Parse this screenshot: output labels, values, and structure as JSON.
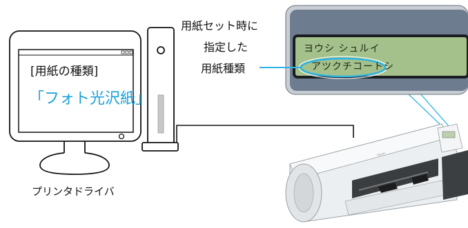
{
  "callout": {
    "line1": "用紙セット時に",
    "line2": "指定した",
    "line3": "用紙種類"
  },
  "monitor": {
    "heading": "[用紙の種類]",
    "value": "「フォト光沢紙」"
  },
  "driver_label": "プリンタドライバ",
  "lcd": {
    "line1": "ヨウシ シュルイ",
    "line2": "アツクチコートシ"
  },
  "printer": {
    "brand": "Canon"
  },
  "colors": {
    "panel_bg": "#6d7d8f",
    "lcd_bg": "#a4c08b",
    "highlight": "#2bb4e4",
    "screen_value": "#1aa1d8"
  }
}
